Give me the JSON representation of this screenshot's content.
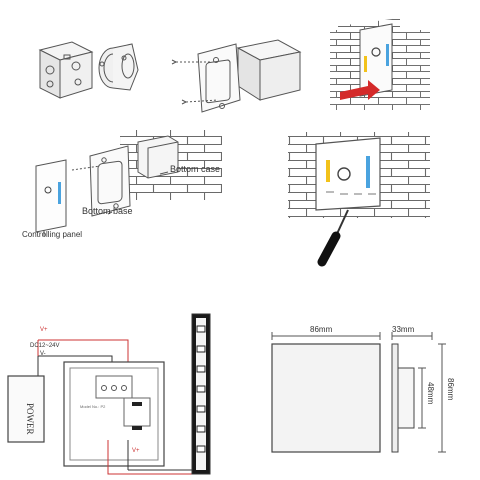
{
  "install": {
    "bottom_case": "Bottom case",
    "bottom_base": "Bottom base",
    "controlling_panel": "Controlling panel"
  },
  "wiring": {
    "v_plus_top": "V+",
    "dc_supply": "DC12~24V",
    "v_minus": "V-",
    "power": "POWER",
    "back_text": "Model No.: P2",
    "v_plus_bottom": "V+"
  },
  "dimensions": {
    "width": "86mm",
    "depth": "33mm",
    "height": "86mm",
    "inner": "48mm"
  },
  "colors": {
    "line": "#555555",
    "brick": "#666666",
    "red_arrow": "#d42a2a",
    "wire_red": "#cc3333",
    "led_blue": "#4aa3df",
    "led_yellow": "#f2c21a"
  }
}
